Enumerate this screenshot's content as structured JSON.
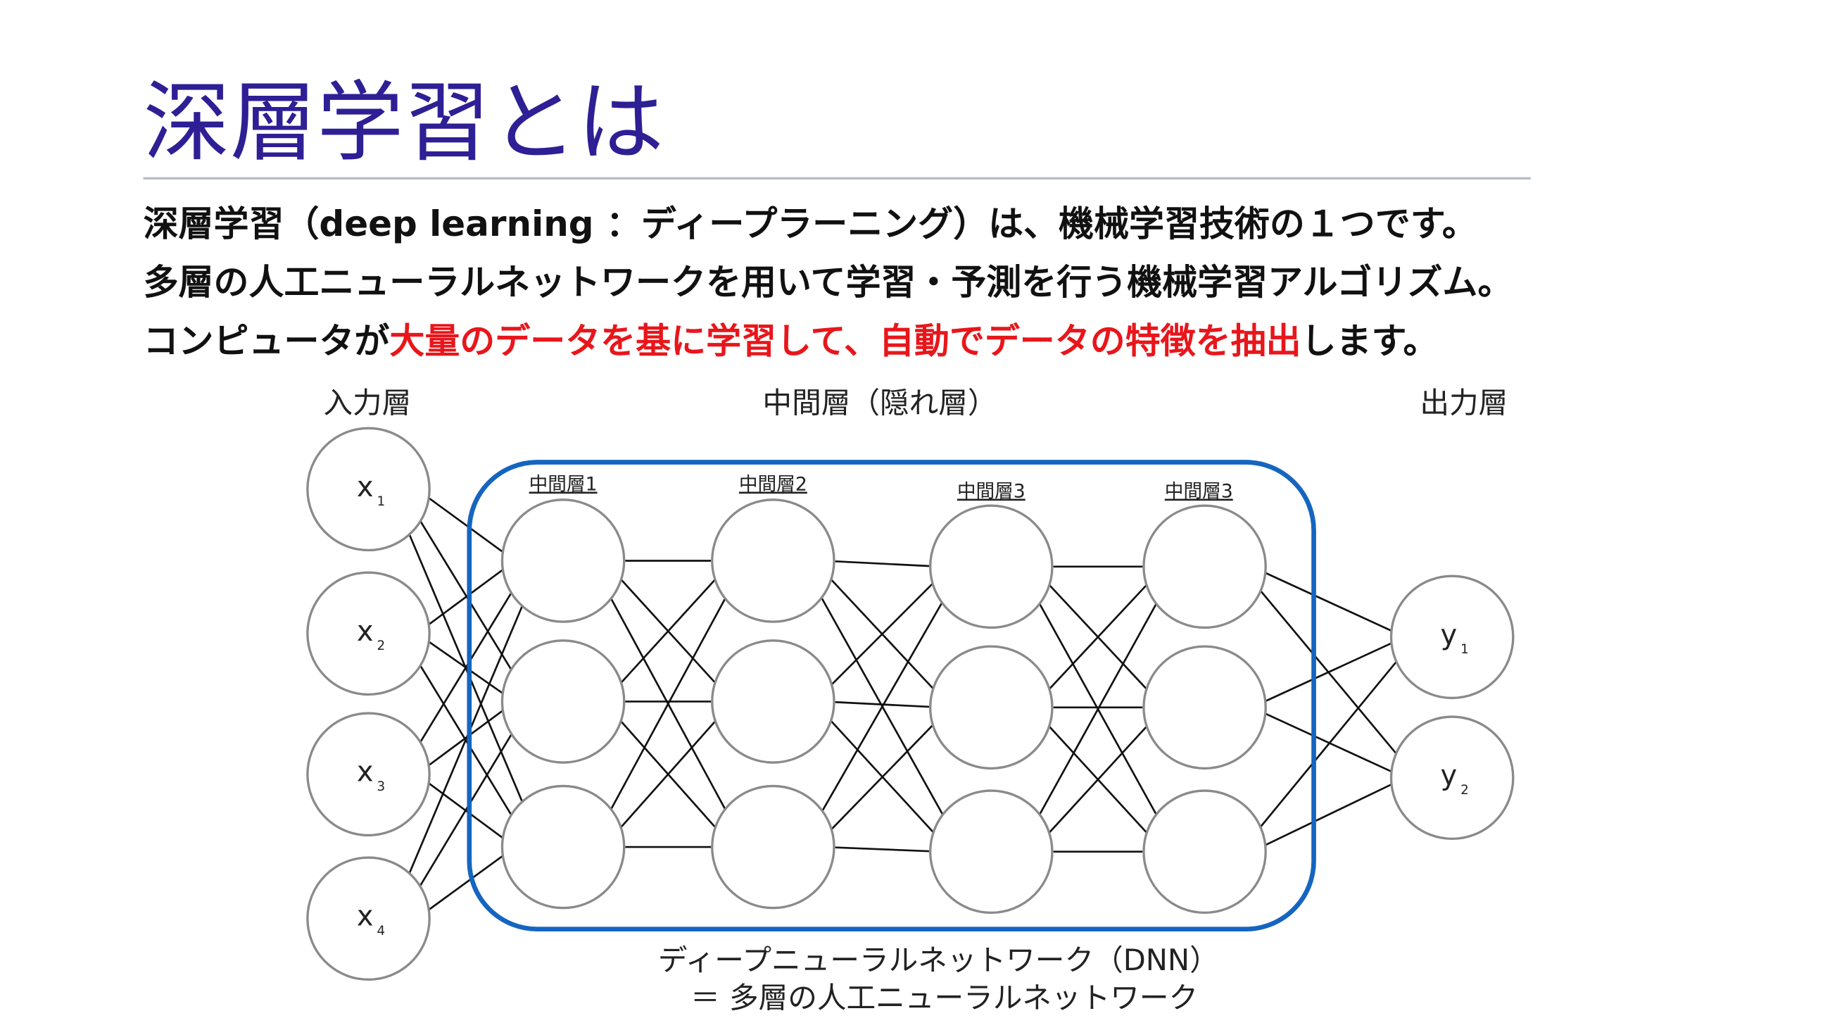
{
  "title": "深層学習とは",
  "paragraph": {
    "line1": "深層学習（deep learning ：ディープラーニング）は、機械学習技術の１つです。",
    "line2": "多層の人工ニューラルネットワークを用いて学習・予測を行う機械学習アルゴリズム。",
    "line3": [
      {
        "text": "コンピュータが",
        "highlight": false
      },
      {
        "text": "大量のデータを基に学習して、自動でデータの特徴を抽出",
        "highlight": true
      },
      {
        "text": "します。",
        "highlight": false
      }
    ]
  },
  "diagram": {
    "input_label": "入力層",
    "hidden_label": "中間層（隠れ層）",
    "output_label": "出力層",
    "hidden_sublabels": [
      "中間層1",
      "中間層2",
      "中間層3",
      "中間層3"
    ],
    "inputs": [
      {
        "base": "x",
        "sub": "1"
      },
      {
        "base": "x",
        "sub": "2"
      },
      {
        "base": "x",
        "sub": "3"
      },
      {
        "base": "x",
        "sub": "4"
      }
    ],
    "hidden_layer_sizes": [
      3,
      3,
      3,
      3
    ],
    "outputs": [
      {
        "base": "y",
        "sub": "1"
      },
      {
        "base": "y",
        "sub": "2"
      }
    ],
    "caption_line1": "ディープニューラルネットワーク（DNN）",
    "caption_line2": "＝ 多層の人工ニューラルネットワーク"
  },
  "colors": {
    "title": "#2e1f95",
    "highlight": "#e8161b",
    "dnn_box": "#1565c0",
    "rule": "#b8bec4"
  }
}
